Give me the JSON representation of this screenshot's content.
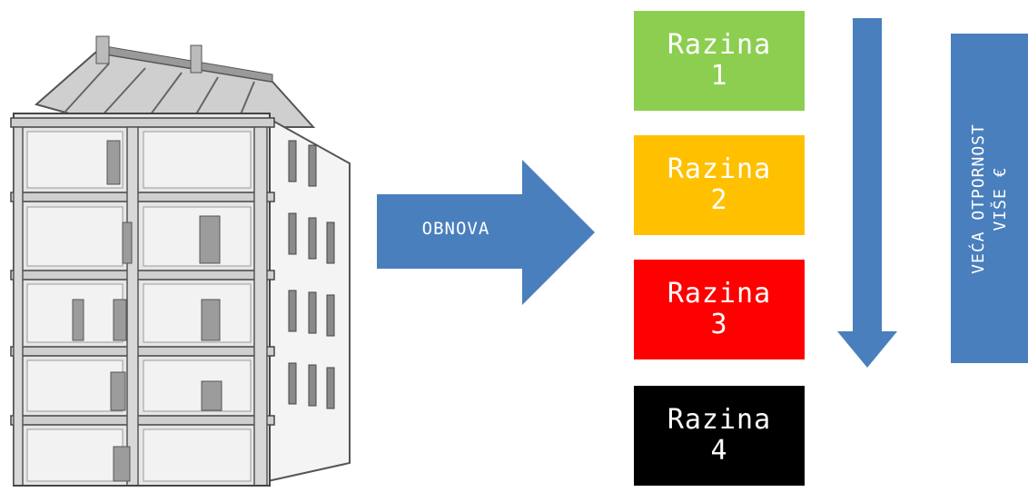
{
  "arrow": {
    "label": "OBNOVA",
    "color": "#4a7fbd"
  },
  "levels": [
    {
      "word": "Razina",
      "num": "1",
      "bg": "#8ccf50",
      "fg": "#ffffff"
    },
    {
      "word": "Razina",
      "num": "2",
      "bg": "#ffc000",
      "fg": "#ffffff"
    },
    {
      "word": "Razina",
      "num": "3",
      "bg": "#ff0000",
      "fg": "#ffffff"
    },
    {
      "word": "Razina",
      "num": "4",
      "bg": "#000000",
      "fg": "#ffffff"
    }
  ],
  "side_box": {
    "line1": "VEĆA OTPORNOST",
    "line2": "VIŠE €",
    "color": "#4a7fbd"
  },
  "icons": {
    "building": "building-cross-section-icon",
    "arrow_right": "arrow-right-icon",
    "arrow_down": "arrow-down-icon"
  }
}
